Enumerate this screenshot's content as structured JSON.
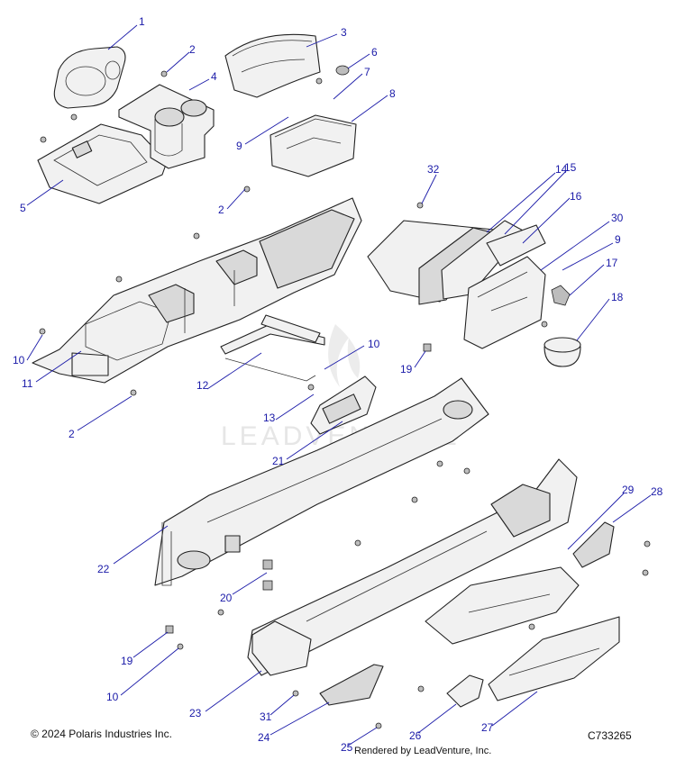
{
  "footer": {
    "copyright": "© 2024 Polaris Industries Inc.",
    "rendered_by": "Rendered by LeadVenture, Inc.",
    "drawing_number": "C733265"
  },
  "watermark": "LEADVENTURE",
  "callouts": [
    "1",
    "2",
    "3",
    "4",
    "5",
    "6",
    "7",
    "8",
    "9",
    "2",
    "32",
    "14",
    "15",
    "16",
    "30",
    "9",
    "17",
    "18",
    "10",
    "11",
    "12",
    "10",
    "13",
    "19",
    "2",
    "21",
    "22",
    "29",
    "28",
    "20",
    "19",
    "10",
    "23",
    "31",
    "24",
    "25",
    "26",
    "27"
  ],
  "colors": {
    "callout": "#1a1aa8",
    "line": "#222222",
    "fill": "#f1f1f1"
  }
}
